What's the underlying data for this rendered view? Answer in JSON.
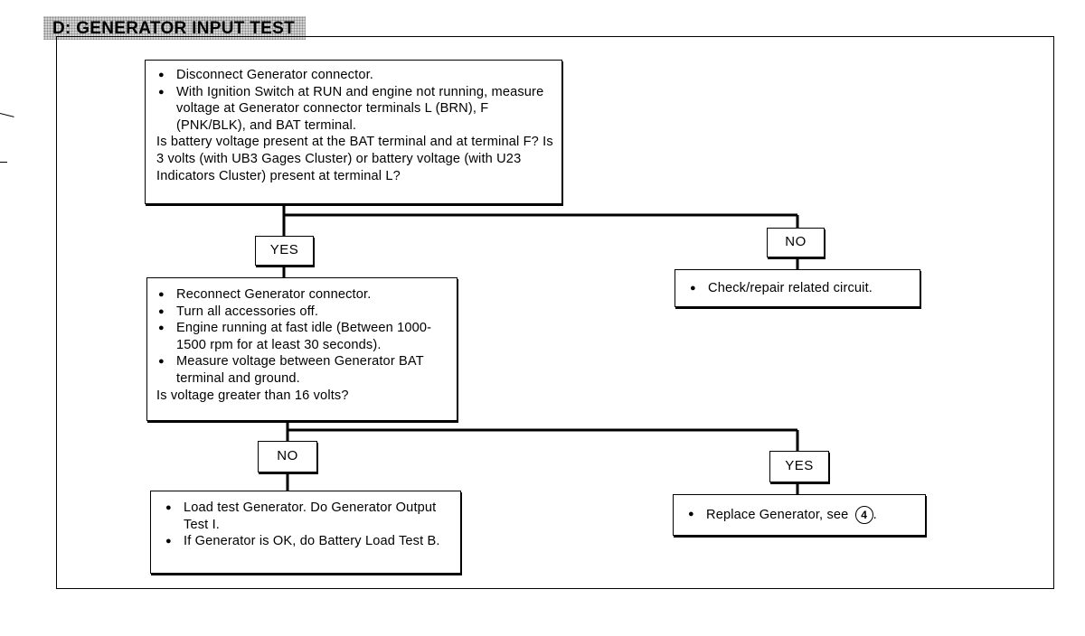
{
  "title": "D: GENERATOR INPUT TEST",
  "step1": {
    "bullets": [
      "Disconnect Generator connector.",
      "With Ignition Switch at RUN and engine not running, measure voltage at Generator connector terminals L (BRN), F (PNK/BLK), and BAT terminal."
    ],
    "question": "Is battery voltage present at the BAT terminal and at terminal F? Is 3 volts (with UB3 Gages Cluster) or battery voltage (with U23 Indicators Cluster) present at terminal L?"
  },
  "decision1": {
    "yes": "YES",
    "no": "NO"
  },
  "repair": {
    "bullets": [
      "Check/repair related circuit."
    ]
  },
  "step2": {
    "bullets": [
      "Reconnect Generator connector.",
      "Turn all accessories off.",
      "Engine running at fast idle (Between 1000-1500 rpm for at least 30 seconds).",
      "Measure voltage between Generator BAT terminal and ground."
    ],
    "question": "Is voltage greater than 16 volts?"
  },
  "decision2": {
    "no": "NO",
    "yes": "YES"
  },
  "step3": {
    "bullets": [
      "Load test Generator. Do Generator Output Test I.",
      "If Generator is OK, do Battery Load Test B."
    ]
  },
  "replace": {
    "text": "Replace Generator, see",
    "ref": "4",
    "end": "."
  }
}
